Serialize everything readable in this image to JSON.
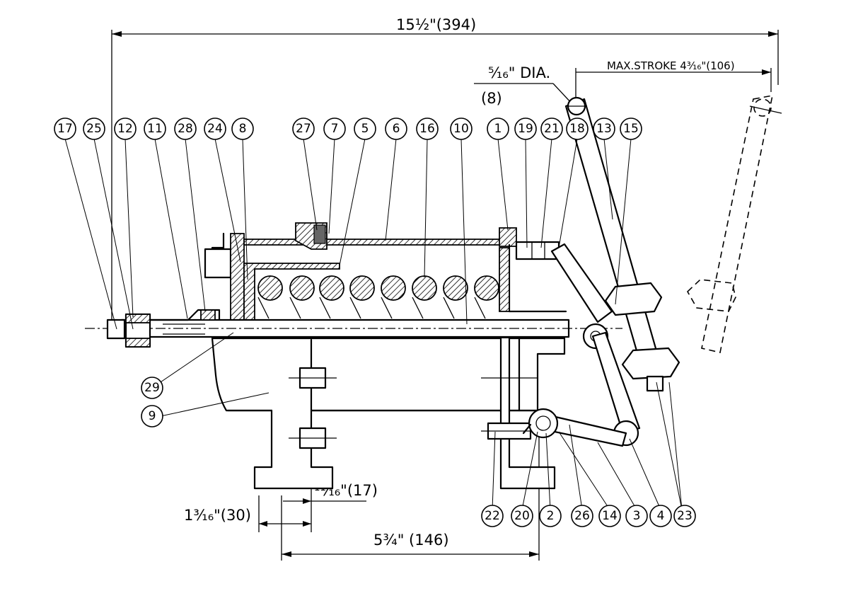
{
  "dimensions": {
    "overall_length": "15½\"(394)",
    "max_stroke": "MAX.STROKE 4³⁄₁₆\"(106)",
    "pin_dia": "⁵⁄₁₆\" DIA.",
    "pin_dia_mm": "(8)",
    "flange_offset": "¹¹⁄₁₆\"(17)",
    "foot_width": "1³⁄₁₆\"(30)",
    "mount_spacing": "5¾\" (146)"
  },
  "balloons": {
    "top_row": [
      "17",
      "25",
      "12",
      "11",
      "28",
      "24",
      "8",
      "27",
      "7",
      "5",
      "6",
      "16",
      "10",
      "1",
      "19",
      "21",
      "18",
      "13",
      "15"
    ],
    "left": [
      "29",
      "9"
    ],
    "bottom_row": [
      "22",
      "20",
      "2",
      "26",
      "14",
      "3",
      "4",
      "23"
    ]
  }
}
